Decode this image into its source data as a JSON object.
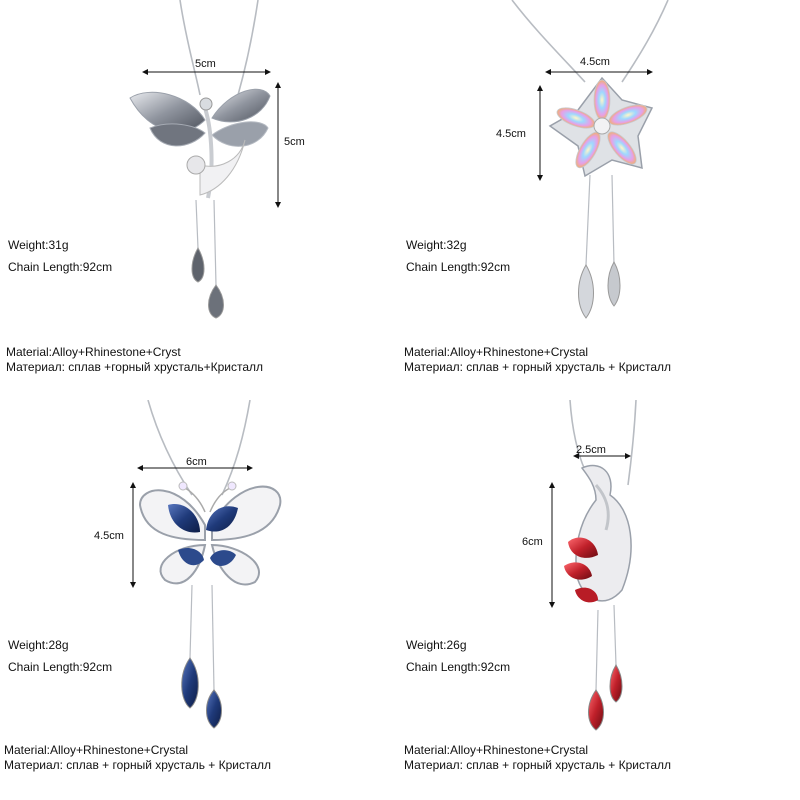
{
  "products": [
    {
      "shape": "dragonfly",
      "crystal_color": "#8a8f99",
      "width_label": "5cm",
      "height_label": "5cm",
      "weight": "Weight:31g",
      "chain_length": "Chain Length:92cm",
      "material_en": "Material:Alloy+Rhinestone+Cryst",
      "material_ru": "Материал: сплав +горный хрусталь+Кристалл"
    },
    {
      "shape": "flower",
      "crystal_color": "#c8a0e0",
      "width_label": "4.5cm",
      "height_label": "4.5cm",
      "weight": "Weight:32g",
      "chain_length": "Chain Length:92cm",
      "material_en": "Material:Alloy+Rhinestone+Crystal",
      "material_ru": "Материал: сплав + горный хрусталь + Кристалл"
    },
    {
      "shape": "butterfly",
      "crystal_color": "#1f3a7a",
      "width_label": "6cm",
      "height_label": "4.5cm",
      "weight": "Weight:28g",
      "chain_length": "Chain Length:92cm",
      "material_en": "Material:Alloy+Rhinestone+Crystal",
      "material_ru": "Материал: сплав + горный хрусталь + Кристалл"
    },
    {
      "shape": "swan",
      "crystal_color": "#c0202a",
      "width_label": "2.5cm",
      "height_label": "6cm",
      "weight": "Weight:26g",
      "chain_length": "Chain Length:92cm",
      "material_en": "Material:Alloy+Rhinestone+Crystal",
      "material_ru": "Материал: сплав + горный хрусталь + Кристалл"
    }
  ]
}
